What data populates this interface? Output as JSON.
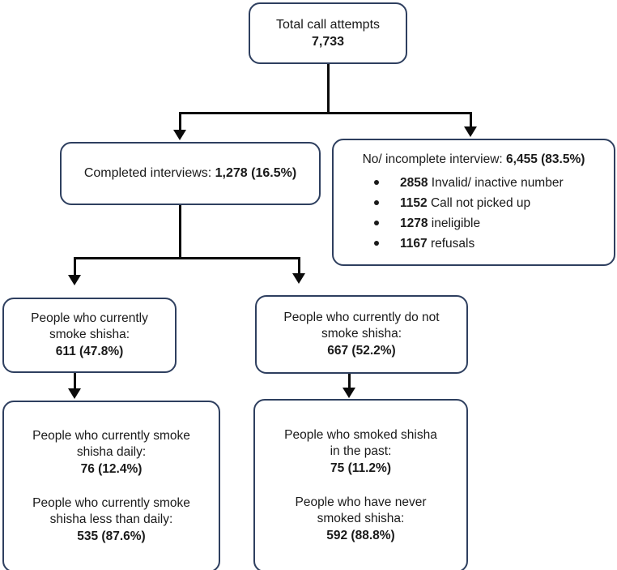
{
  "diagram": {
    "title": "Shisha smoking telephone survey participant flow",
    "border_color": "#2e3f5f",
    "connector_color": "#0b0b0b",
    "text_color": "#1a1a1a"
  },
  "nodes": {
    "total": {
      "label_line1": "Total call attempts",
      "value": "7,733"
    },
    "completed": {
      "text": "Completed interviews: ",
      "value": "1,278 (16.5%)"
    },
    "incomplete": {
      "text": "No/ incomplete interview: ",
      "value": "6,455 (83.5%)",
      "bullets": [
        {
          "count": "2858",
          "label": " Invalid/ inactive number"
        },
        {
          "count": "1152",
          "label": " Call not picked up"
        },
        {
          "count": "1278",
          "label": " ineligible"
        },
        {
          "count": "1167",
          "label": " refusals"
        }
      ]
    },
    "current_smoker": {
      "line1": "People who currently",
      "line2": "smoke shisha:",
      "value": "611 (47.8%)"
    },
    "non_smoker": {
      "line1": "People who currently do not",
      "line2": "smoke shisha:",
      "value": "667 (52.2%)"
    },
    "daily": {
      "group1_line1": "People who currently smoke",
      "group1_line2": "shisha daily:",
      "group1_value": "76 (12.4%)",
      "group2_line1": "People who currently smoke",
      "group2_line2": "shisha less than daily:",
      "group2_value": "535 (87.6%)"
    },
    "past_never": {
      "group1_line1": "People who smoked shisha",
      "group1_line2": "in the past:",
      "group1_value": "75 (11.2%)",
      "group2_line1": "People who have never",
      "group2_line2": "smoked shisha:",
      "group2_value": "592 (88.8%)"
    }
  },
  "chart_data": {
    "type": "flowchart",
    "title": "Total call attempts flow diagram",
    "levels": [
      {
        "label": "Total call attempts",
        "n": 7733,
        "pct": null
      },
      {
        "label": "Completed interviews",
        "n": 1278,
        "pct": 16.5
      },
      {
        "label": "No/ incomplete interview",
        "n": 6455,
        "pct": 83.5
      },
      {
        "label": "Invalid/ inactive number",
        "n": 2858,
        "pct": null
      },
      {
        "label": "Call not picked up",
        "n": 1152,
        "pct": null
      },
      {
        "label": "ineligible",
        "n": 1278,
        "pct": null
      },
      {
        "label": "refusals",
        "n": 1167,
        "pct": null
      },
      {
        "label": "People who currently smoke shisha",
        "n": 611,
        "pct": 47.8
      },
      {
        "label": "People who currently do not smoke shisha",
        "n": 667,
        "pct": 52.2
      },
      {
        "label": "People who currently smoke shisha daily",
        "n": 76,
        "pct": 12.4
      },
      {
        "label": "People who currently smoke shisha less than daily",
        "n": 535,
        "pct": 87.6
      },
      {
        "label": "People who smoked shisha in the past",
        "n": 75,
        "pct": 11.2
      },
      {
        "label": "People who have never smoked shisha",
        "n": 592,
        "pct": 88.8
      }
    ]
  }
}
